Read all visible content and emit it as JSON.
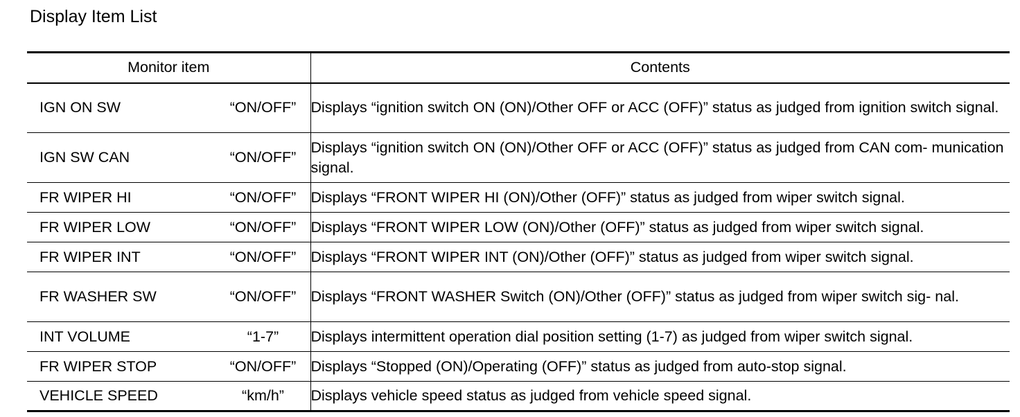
{
  "page": {
    "title": "Display Item List"
  },
  "table": {
    "headers": {
      "monitor_item": "Monitor item",
      "contents": "Contents"
    },
    "rows": [
      {
        "item": "IGN ON SW",
        "value": "“ON/OFF”",
        "contents": "Displays “ignition switch ON (ON)/Other OFF or ACC (OFF)” status as judged from ignition switch signal."
      },
      {
        "item": "IGN SW CAN",
        "value": "“ON/OFF”",
        "contents": "Displays “ignition switch ON (ON)/Other OFF or ACC (OFF)” status as judged from CAN com- munication signal."
      },
      {
        "item": "FR WIPER HI",
        "value": "“ON/OFF”",
        "contents": "Displays “FRONT WIPER HI (ON)/Other (OFF)” status as judged from wiper switch signal."
      },
      {
        "item": "FR WIPER LOW",
        "value": "“ON/OFF”",
        "contents": "Displays “FRONT WIPER LOW (ON)/Other (OFF)” status as judged from wiper switch signal."
      },
      {
        "item": "FR WIPER INT",
        "value": "“ON/OFF”",
        "contents": "Displays “FRONT WIPER INT (ON)/Other (OFF)” status as judged from wiper switch signal."
      },
      {
        "item": "FR WASHER SW",
        "value": "“ON/OFF”",
        "contents": "Displays “FRONT WASHER Switch (ON)/Other (OFF)” status as judged from wiper switch sig- nal."
      },
      {
        "item": "INT VOLUME",
        "value": "“1-7”",
        "contents": "Displays intermittent operation dial position setting (1-7) as judged from wiper switch signal."
      },
      {
        "item": "FR WIPER STOP",
        "value": "“ON/OFF”",
        "contents": "Displays “Stopped (ON)/Operating (OFF)” status as judged from auto-stop signal."
      },
      {
        "item": "VEHICLE SPEED",
        "value": "“km/h”",
        "contents": "Displays vehicle speed status as judged from vehicle speed signal."
      }
    ]
  }
}
